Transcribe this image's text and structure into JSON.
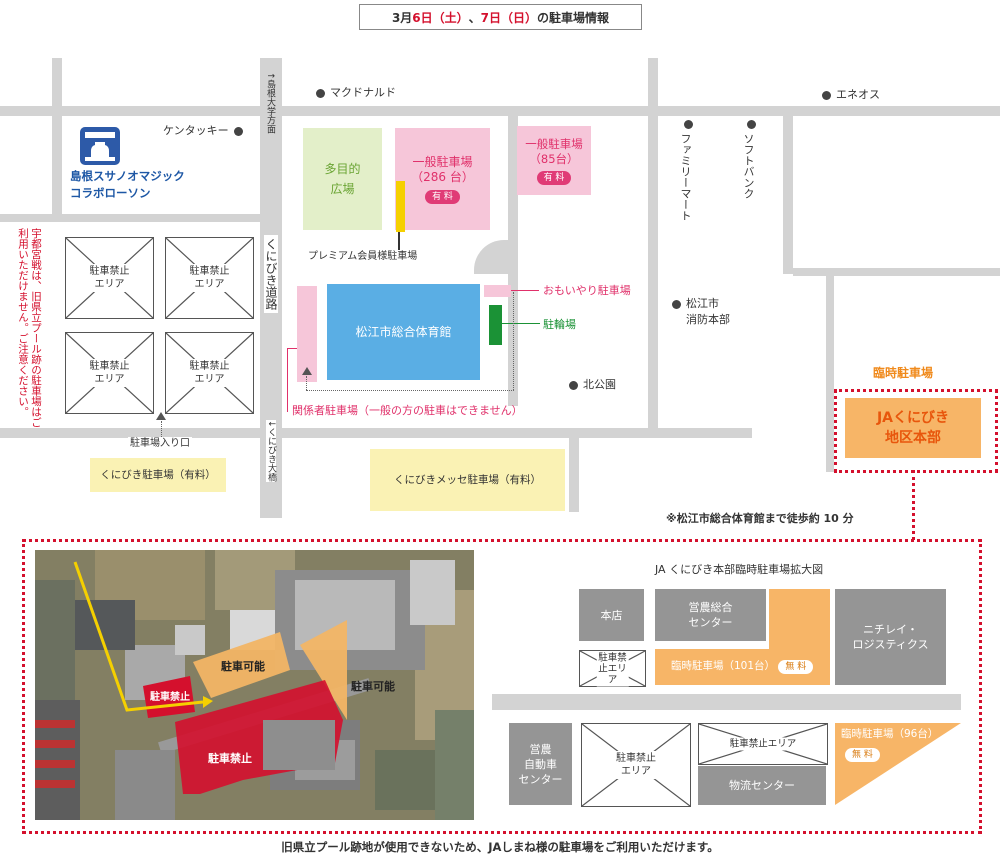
{
  "header": {
    "prefix": "3月",
    "d1": "6日（土）",
    "sep": "、",
    "d2": "7日（日）",
    "suffix": "の駐車場情報"
  },
  "landmarks": {
    "mcdonalds": "マクドナルド",
    "eneos": "エネオス",
    "kfc": "ケンタッキー",
    "lawson_logo": "LAWSON STATION",
    "lawson_l1": "島根スサノオマジック",
    "lawson_l2": "コラボローソン",
    "familymart": "ファミリーマート",
    "softbank": "ソフトバンク",
    "fire_l1": "松江市",
    "fire_l2": "消防本部",
    "park": "北公園",
    "road_north": "↑島根大学方面",
    "road_main": "くにびき道路",
    "road_south": "↓くにびき大橋"
  },
  "warning_vertical": "宇都宮戦は、旧県立プール跡の駐車場はご利用いただけません。ご注意ください。",
  "no_parking": "駐車禁止エリア",
  "facilities": {
    "plaza": "多目的広場",
    "general_286_l1": "一般駐車場",
    "general_286_l2": "（286 台）",
    "paid": "有 料",
    "general_85_l1": "一般駐車場",
    "general_85_l2": "（85台）",
    "premium": "プレミアム会員様駐車場",
    "gym": "松江市総合体育館",
    "omoiyari": "おもいやり駐車場",
    "bicycle": "駐輪場",
    "staff": "関係者駐車場（一般の方の駐車はできません）",
    "entrance": "駐車場入り口",
    "kunibiki_lot": "くにびき駐車場（有料）",
    "messe_lot": "くにびきメッセ駐車場（有料）"
  },
  "temp": {
    "title": "臨時駐車場",
    "hq_l1": "JAくにびき",
    "hq_l2": "地区本部",
    "walk": "※松江市総合体育館まで徒歩約 10 分"
  },
  "aerial": {
    "ok1": "駐車可能",
    "ok2": "駐車可能",
    "ng1": "駐車禁止",
    "ng2": "駐車禁止"
  },
  "detail": {
    "title": "JA くにびき本部臨時駐車場拡大図",
    "honten": "本店",
    "eino_l1": "営農総合",
    "eino_l2": "センター",
    "nichirei_l1": "ニチレイ・",
    "nichirei_l2": "ロジスティクス",
    "lot101": "臨時駐車場（101台）",
    "free": "無 料",
    "car_l1": "営農",
    "car_l2": "自動車",
    "car_l3": "センター",
    "logistics": "物流センター",
    "lot96": "臨時駐車場（96台）"
  },
  "footer": "旧県立プール跡地が使用できないため、JAしまね様の駐車場をご利用いただけます。",
  "colors": {
    "pink": "#f6c6d9",
    "green": "#e3efc9",
    "blue": "#5aaee4",
    "yellow": "#faf2b4",
    "orange": "#f7b567",
    "red": "#d4102d",
    "road": "#d3d3d3",
    "building": "#959595"
  }
}
